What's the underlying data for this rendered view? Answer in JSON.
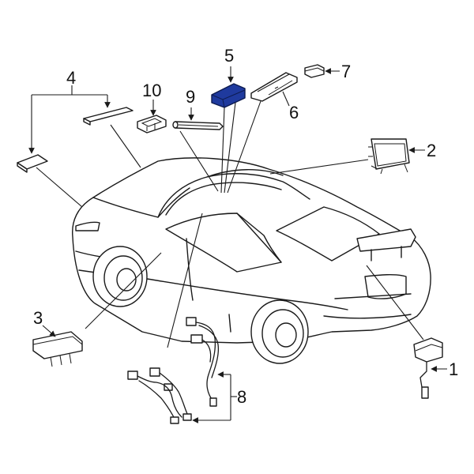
{
  "colors": {
    "highlight": "#1f3a9e",
    "line": "#1a1a1a",
    "background": "#ffffff"
  },
  "callouts": [
    {
      "id": "1",
      "label": "1"
    },
    {
      "id": "2",
      "label": "2"
    },
    {
      "id": "3",
      "label": "3"
    },
    {
      "id": "4",
      "label": "4"
    },
    {
      "id": "5",
      "label": "5"
    },
    {
      "id": "6",
      "label": "6"
    },
    {
      "id": "7",
      "label": "7"
    },
    {
      "id": "8",
      "label": "8"
    },
    {
      "id": "9",
      "label": "9"
    },
    {
      "id": "10",
      "label": "10"
    }
  ],
  "highlighted_part": "5"
}
